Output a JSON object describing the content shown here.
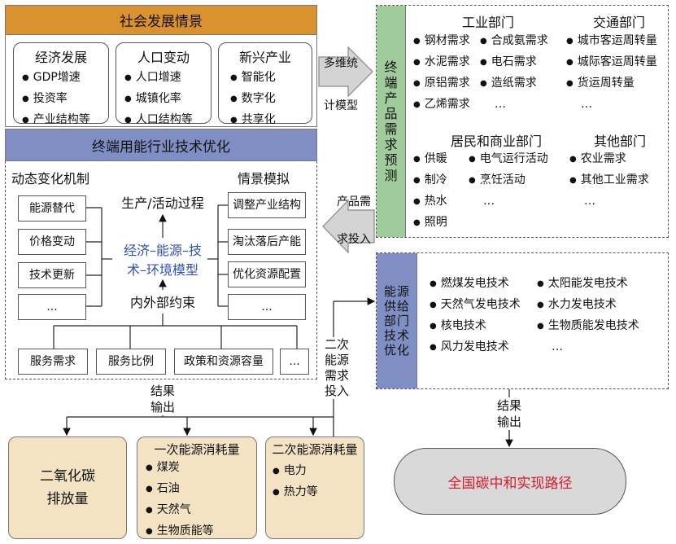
{
  "social": {
    "title": "社会发展情景",
    "groups": [
      {
        "title": "经济发展",
        "items": [
          "GDP增速",
          "投资率",
          "产业结构等"
        ]
      },
      {
        "title": "人口变动",
        "items": [
          "人口增速",
          "城镇化率",
          "人口结构等"
        ]
      },
      {
        "title": "新兴产业",
        "items": [
          "智能化",
          "数字化",
          "共享化"
        ]
      }
    ]
  },
  "arrow_top": {
    "line1": "多维统",
    "line2": "计模型"
  },
  "terminal_demand": {
    "title_chars": [
      "终",
      "端",
      "产",
      "品",
      "需",
      "求",
      "预",
      "测"
    ],
    "industry": {
      "title": "工业部门",
      "col1": [
        "钢材需求",
        "水泥需求",
        "原铝需求",
        "乙烯需求"
      ],
      "col2": [
        "合成氨需求",
        "电石需求",
        "造纸需求"
      ],
      "more": "…"
    },
    "transport": {
      "title": "交通部门",
      "items": [
        "城市客运周转量",
        "城际客运周转量",
        "货运周转量"
      ],
      "more": "…"
    },
    "residential": {
      "title": "居民和商业部门",
      "col1": [
        "供暖",
        "制冷",
        "热水",
        "照明"
      ],
      "col2": [
        "电气运行活动",
        "烹饪活动"
      ],
      "more": "…"
    },
    "other": {
      "title": "其他部门",
      "items": [
        "农业需求",
        "其他工业需求"
      ],
      "more": "…"
    }
  },
  "arrow_mid": {
    "line1": "产品需",
    "line2": "求投入"
  },
  "tech_opt": {
    "title": "终端用能行业技术优化",
    "left_title": "动态变化机制",
    "left_items": [
      "能源替代",
      "价格变动",
      "技术更新",
      "..."
    ],
    "right_title": "情景模拟",
    "right_items": [
      "调整产业结构",
      "淘汰落后产能",
      "优化资源配置",
      "..."
    ],
    "process": "生产/活动过程",
    "model_line1": "经济–能源–技",
    "model_line2": "术–环境模型",
    "constraint": "内外部约束",
    "bottom_items": [
      "服务需求",
      "服务比例",
      "政策和资源容量",
      "..."
    ]
  },
  "supply": {
    "title_chars": [
      "能",
      "源",
      "供",
      "给",
      "部",
      "门",
      "技",
      "术",
      "优",
      "化"
    ],
    "col1": [
      "燃煤发电技术",
      "天然气发电技术",
      "核电技术",
      "风力发电技术"
    ],
    "col2": [
      "太阳能发电技术",
      "水力发电技术",
      "生物质能发电技术"
    ],
    "more": "…"
  },
  "secondary_input_chars": [
    "二次",
    "能源",
    "需求",
    "投入"
  ],
  "result_left": {
    "line1": "结果",
    "line2": "输出"
  },
  "result_right": {
    "line1": "结果",
    "line2": "输出"
  },
  "outputs": {
    "co2": {
      "line1": "二氧化碳",
      "line2": "排放量"
    },
    "primary": {
      "title": "一次能源消耗量",
      "items": [
        "煤炭",
        "石油",
        "天然气",
        "生物质能等"
      ]
    },
    "secondary": {
      "title": "二次能源消耗量",
      "items": [
        "电力",
        "热力等"
      ]
    },
    "pathway": "全国碳中和实现路径"
  },
  "colors": {
    "orange": "#d9922e",
    "blue": "#7f8fc4",
    "green": "#9fcc9a",
    "tan": "#f3e3c3",
    "red_text": "#d81b2a",
    "model_text": "#2f50b4",
    "gray": "#d9d9d9"
  }
}
